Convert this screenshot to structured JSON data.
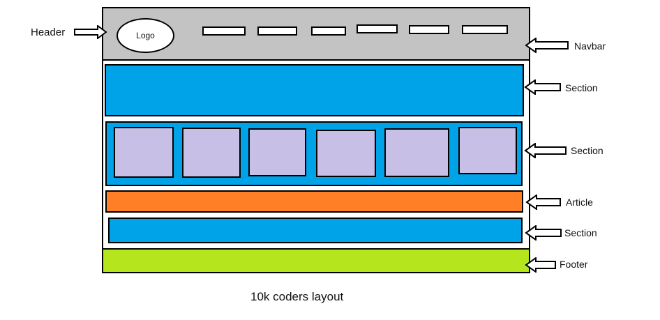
{
  "title": "10k coders layout",
  "logo_text": "Logo",
  "annotations": {
    "header": "Header",
    "navbar": "Navbar",
    "section_1": "Section",
    "section_2": "Section",
    "article": "Article",
    "section_3": "Section",
    "footer": "Footer"
  },
  "nav_item_count": 6,
  "card_count": 6,
  "colors": {
    "header": "#c3c3c3",
    "section": "#00a2e8",
    "card": "#c8bfe7",
    "article": "#ff7f27",
    "footer": "#b5e61d",
    "outline": "#000000"
  }
}
